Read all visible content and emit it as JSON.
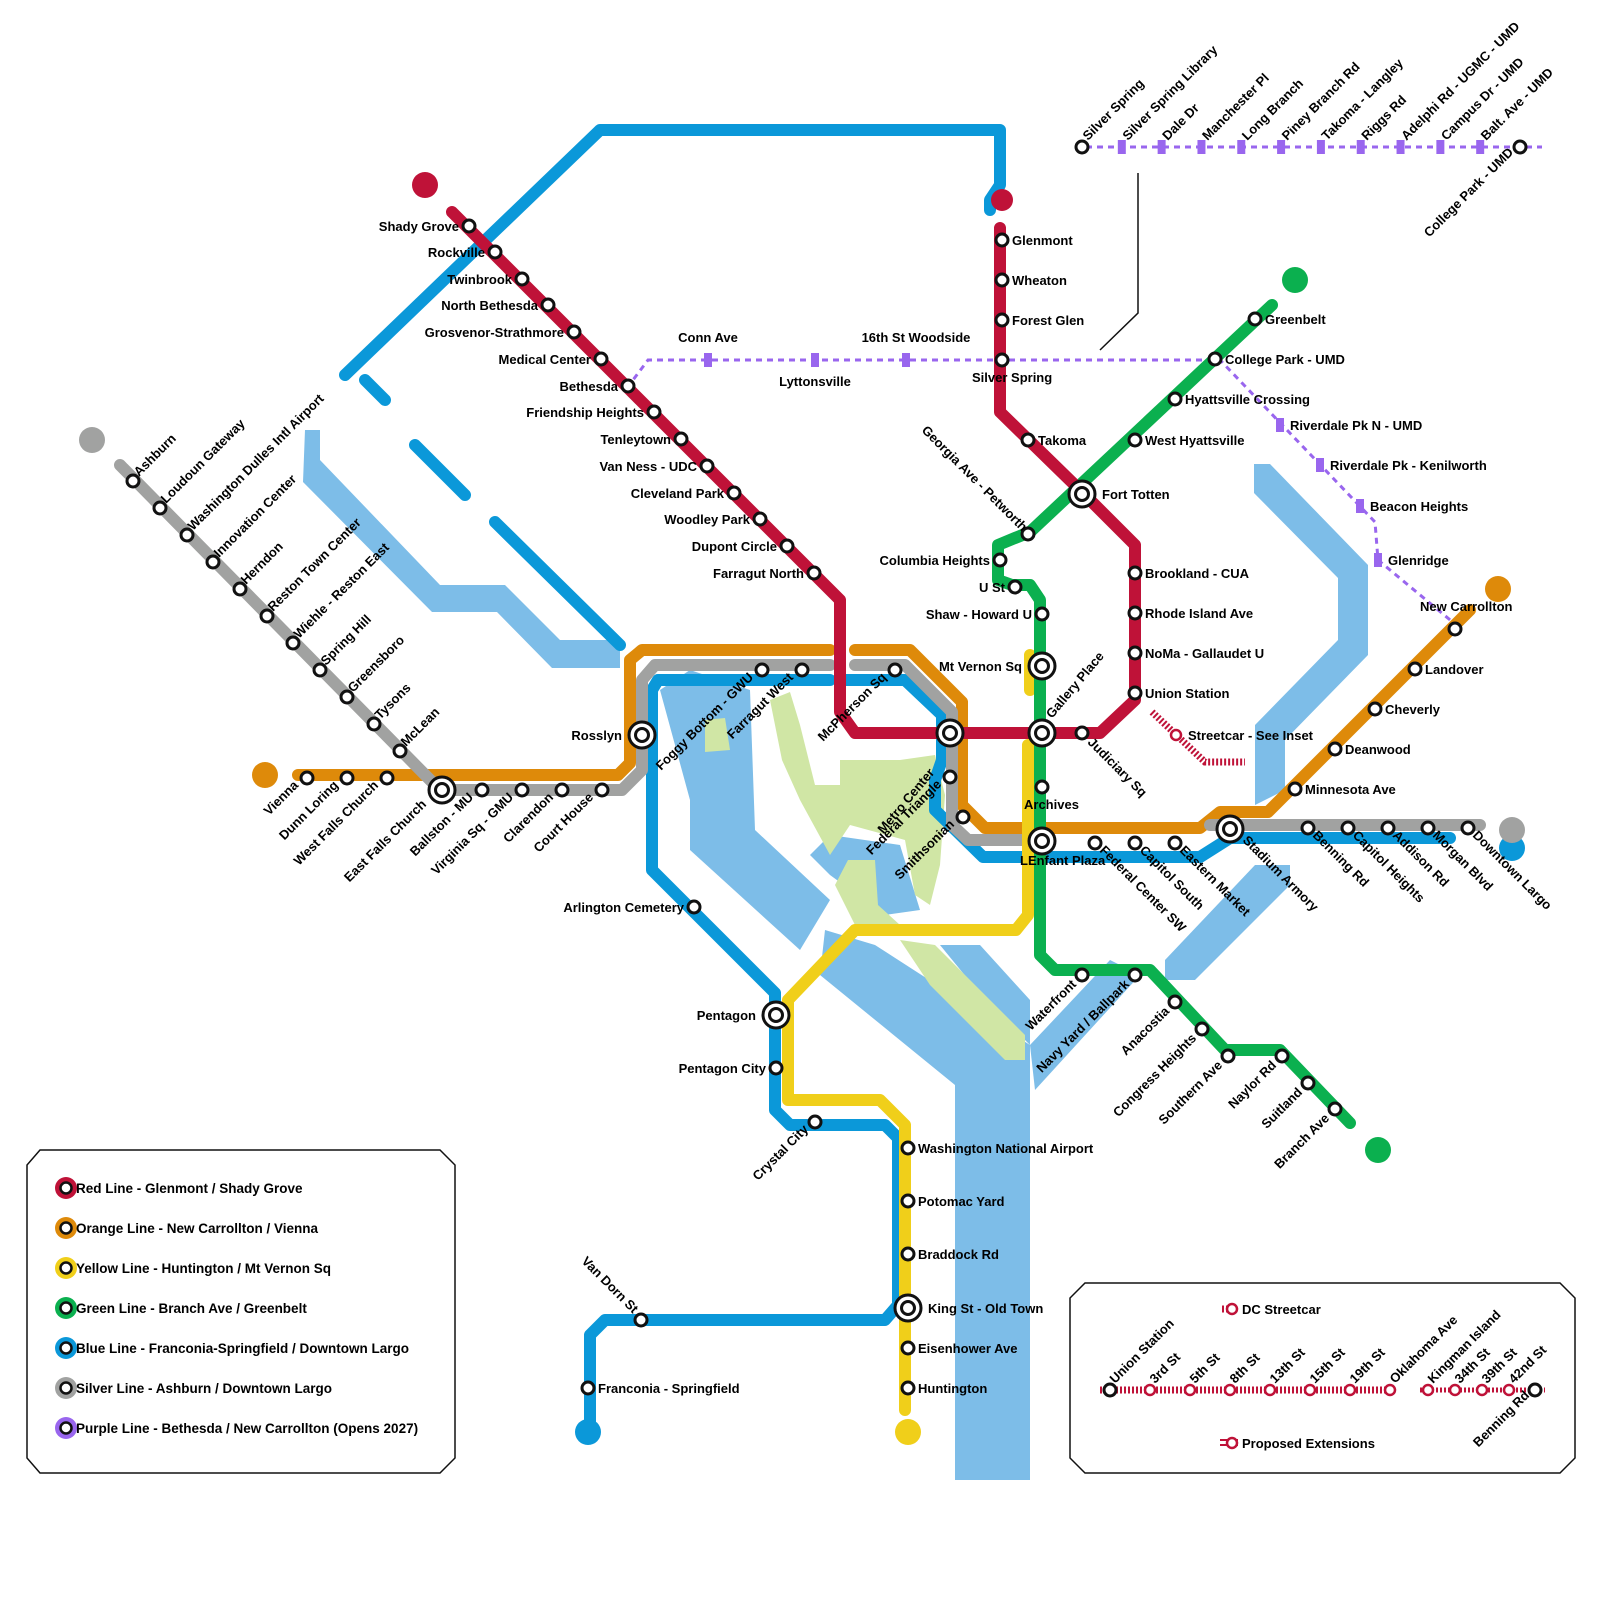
{
  "colors": {
    "red": "#bf1238",
    "orange": "#de8a0a",
    "yellow": "#f0cf1a",
    "green": "#0bb04f",
    "blue": "#0b98d9",
    "silver": "#a1a2a1",
    "purple": "#9966ee",
    "water": "#7dbde8",
    "park": "#d0e6a5"
  },
  "lines": {
    "red": {
      "legend": "Red Line - Glenmont / Shady Grove"
    },
    "orange": {
      "legend": "Orange Line - New Carrollton / Vienna"
    },
    "yellow": {
      "legend": "Yellow Line - Huntington / Mt Vernon Sq"
    },
    "green": {
      "legend": "Green Line - Branch Ave / Greenbelt"
    },
    "blue": {
      "legend": "Blue Line - Franconia-Springfield / Downtown Largo"
    },
    "silver": {
      "legend": "Silver Line - Ashburn / Downtown Largo"
    },
    "purple": {
      "legend": "Purple Line - Bethesda / New Carrollton (Opens 2027)"
    }
  },
  "stations": {
    "shady_grove": "Shady Grove",
    "rockville": "Rockville",
    "twinbrook": "Twinbrook",
    "north_bethesda": "North Bethesda",
    "grosvenor": "Grosvenor-Strathmore",
    "medical_center": "Medical Center",
    "bethesda": "Bethesda",
    "friendship_heights": "Friendship Heights",
    "tenleytown": "Tenleytown",
    "van_ness": "Van Ness - UDC",
    "cleveland_park": "Cleveland Park",
    "woodley_park": "Woodley Park",
    "dupont_circle": "Dupont Circle",
    "farragut_north": "Farragut North",
    "glenmont": "Glenmont",
    "wheaton": "Wheaton",
    "forest_glen": "Forest Glen",
    "silver_spring": "Silver Spring",
    "takoma": "Takoma",
    "fort_totten": "Fort Totten",
    "brookland": "Brookland - CUA",
    "rhode_island": "Rhode Island Ave",
    "noma": "NoMa - Gallaudet U",
    "union_station": "Union Station",
    "judiciary_sq": "Judiciary Sq",
    "gallery_place": "Gallery Place",
    "metro_center": "Metro Center",
    "greenbelt": "Greenbelt",
    "college_park": "College Park - UMD",
    "hyattsville": "Hyattsville Crossing",
    "west_hyattsville": "West Hyattsville",
    "georgia_ave": "Georgia Ave - Petworth",
    "columbia_heights": "Columbia Heights",
    "u_st": "U St",
    "shaw": "Shaw - Howard U",
    "mt_vernon_sq": "Mt Vernon Sq",
    "archives": "Archives",
    "lenfant": "LEnfant Plaza",
    "waterfront": "Waterfront",
    "navy_yard": "Navy Yard / Ballpark",
    "anacostia": "Anacostia",
    "congress_heights": "Congress Heights",
    "southern_ave": "Southern Ave",
    "naylor_rd": "Naylor Rd",
    "suitland": "Suitland",
    "branch_ave": "Branch Ave",
    "ashburn": "Ashburn",
    "loudoun_gateway": "Loudoun Gateway",
    "dulles": "Washington Dulles Intl Airport",
    "innovation": "Innovation Center",
    "herndon": "Herndon",
    "reston": "Reston Town Center",
    "wiehle": "Wiehle - Reston East",
    "spring_hill": "Spring Hill",
    "greensboro": "Greensboro",
    "tysons": "Tysons",
    "mclean": "McLean",
    "vienna": "Vienna",
    "dunn_loring": "Dunn Loring",
    "west_falls_church": "West Falls Church",
    "east_falls_church": "East Falls Church",
    "ballston": "Ballston - MU",
    "virginia_sq": "Virginia Sq - GMU",
    "clarendon": "Clarendon",
    "court_house": "Court House",
    "rosslyn": "Rosslyn",
    "foggy_bottom": "Foggy Bottom - GWU",
    "farragut_west": "Farragut West",
    "mcpherson_sq": "McPherson Sq",
    "federal_triangle": "Federal Triangle",
    "smithsonian": "Smithsonian",
    "federal_center": "Federal Center SW",
    "capitol_south": "Capitol South",
    "eastern_market": "Eastern Market",
    "stadium_armory": "Stadium Armory",
    "minnesota_ave": "Minnesota Ave",
    "deanwood": "Deanwood",
    "cheverly": "Cheverly",
    "landover": "Landover",
    "new_carrollton": "New Carrollton",
    "benning_rd": "Benning Rd",
    "capitol_heights": "Capitol Heights",
    "addison_rd": "Addison Rd",
    "morgan_blvd": "Morgan Blvd",
    "downtown_largo": "Downtown Largo",
    "arlington_cemetery": "Arlington Cemetery",
    "pentagon": "Pentagon",
    "pentagon_city": "Pentagon City",
    "crystal_city": "Crystal City",
    "national_airport": "Washington National Airport",
    "potomac_yard": "Potomac Yard",
    "braddock_rd": "Braddock Rd",
    "king_st": "King St - Old Town",
    "eisenhower_ave": "Eisenhower Ave",
    "huntington": "Huntington",
    "van_dorn": "Van Dorn St",
    "franconia": "Franconia - Springfield"
  },
  "purple": {
    "conn_ave": "Conn Ave",
    "lyttonsville": "Lyttonsville",
    "sixteenth_st": "16th St Woodside",
    "riverdale_n": "Riverdale Pk N - UMD",
    "riverdale_k": "Riverdale Pk - Kenilworth",
    "beacon_heights": "Beacon Heights",
    "glenridge": "Glenridge",
    "inset_stops": [
      "Silver Spring",
      "Silver Spring Library",
      "Dale Dr",
      "Manchester Pl",
      "Long Branch",
      "Piney Branch Rd",
      "Takoma - Langley",
      "Riggs Rd",
      "Adelphi Rd - UGMC - UMD",
      "Campus Dr - UMD",
      "Balt. Ave - UMD",
      "College Park - UMD"
    ]
  },
  "streetcar": {
    "see_inset": "Streetcar - See Inset",
    "legend_title": "DC Streetcar",
    "proposed": "Proposed Extensions",
    "stops": [
      "Union Station",
      "3rd St",
      "5th St",
      "8th St",
      "13th St",
      "15th St",
      "19th St",
      "Oklahoma Ave",
      "Kingman Island",
      "34th St",
      "39th St",
      "42nd St",
      "Benning Rd"
    ]
  }
}
